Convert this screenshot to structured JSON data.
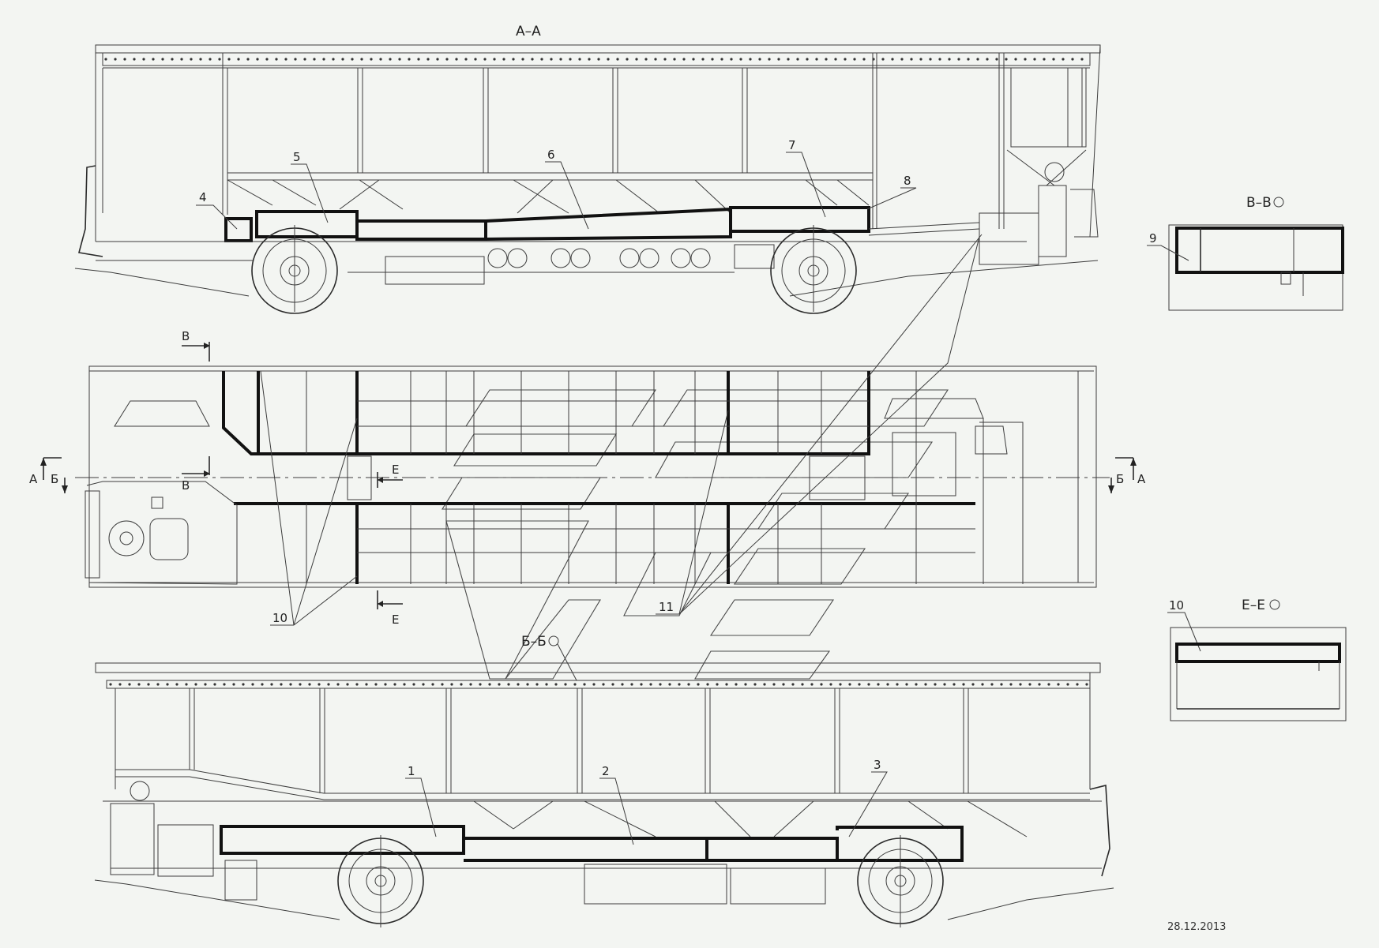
{
  "views": {
    "section_aa": {
      "title": "А–А"
    },
    "plan": {
      "cut_v_top": "В",
      "cut_v_bottom": "В",
      "cut_a_left": "А",
      "cut_b_left": "Б",
      "cut_b_right": "Б",
      "cut_a_right": "А",
      "cut_e_top": "Е",
      "cut_e_bottom": "Е"
    },
    "section_bb": {
      "title": "Б–Б"
    },
    "section_vv": {
      "title": "В–В"
    },
    "section_ee": {
      "title": "Е–Е"
    }
  },
  "callouts": {
    "c1": "1",
    "c2": "2",
    "c3": "3",
    "c4": "4",
    "c5": "5",
    "c6": "6",
    "c7": "7",
    "c8": "8",
    "c9": "9",
    "c10_plan": "10",
    "c10_detail": "10",
    "c11": "11"
  },
  "footer": {
    "date": "28.12.2013"
  }
}
